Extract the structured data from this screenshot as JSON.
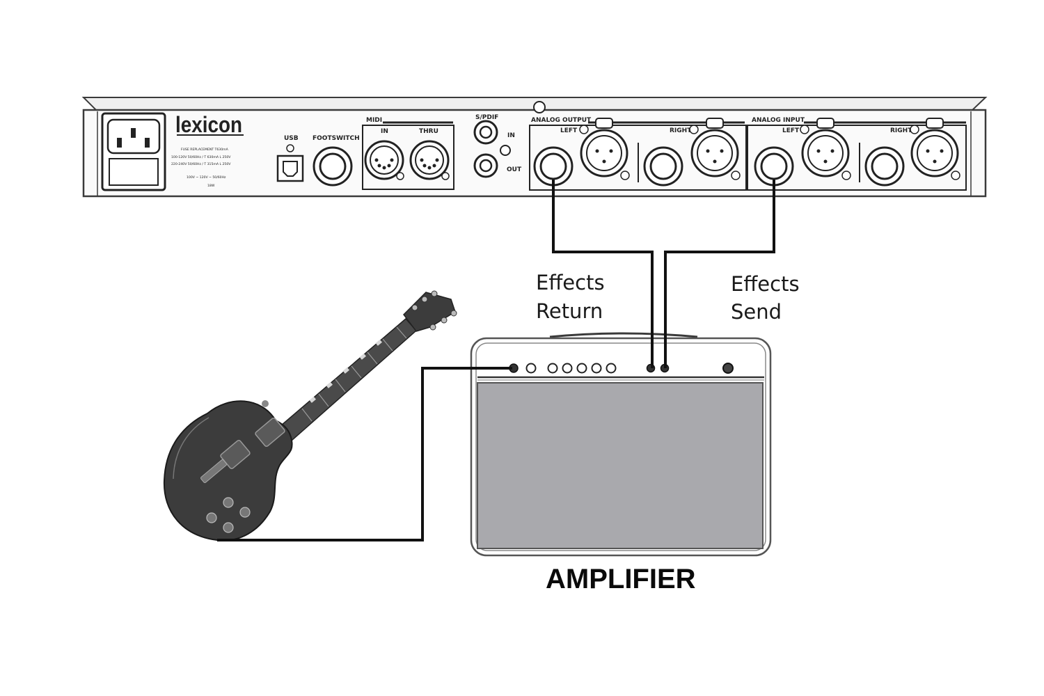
{
  "rack_unit": {
    "brand": "lexicon",
    "power_info": [
      "FUSE REPLACEMENT T630mA",
      "100-120V 50/60Hz / T 630mA L 250V",
      "220-240V 50/60Hz / T 315mA L 250V",
      "100V ~ 120V ~ 50/60Hz",
      "18W"
    ],
    "usb_label": "USB",
    "footswitch_label": "FOOTSWITCH",
    "midi_label": "MIDI",
    "midi_in_label": "IN",
    "midi_thru_label": "THRU",
    "spdif_label": "S/PDIF",
    "spdif_in_label": "IN",
    "spdif_out_label": "OUT",
    "analog_output_label": "ANALOG OUTPUT",
    "analog_input_label": "ANALOG INPUT",
    "left_label": "LEFT",
    "right_label": "RIGHT"
  },
  "labels": {
    "effects_return_line1": "Effects",
    "effects_return_line2": "Return",
    "effects_send_line1": "Effects",
    "effects_send_line2": "Send",
    "amplifier": "AMPLIFIER"
  },
  "colors": {
    "outline": "#3a3a3a",
    "cable": "#111111",
    "grille": "#a9a9ad",
    "guitar_body": "#3c3c3c"
  }
}
